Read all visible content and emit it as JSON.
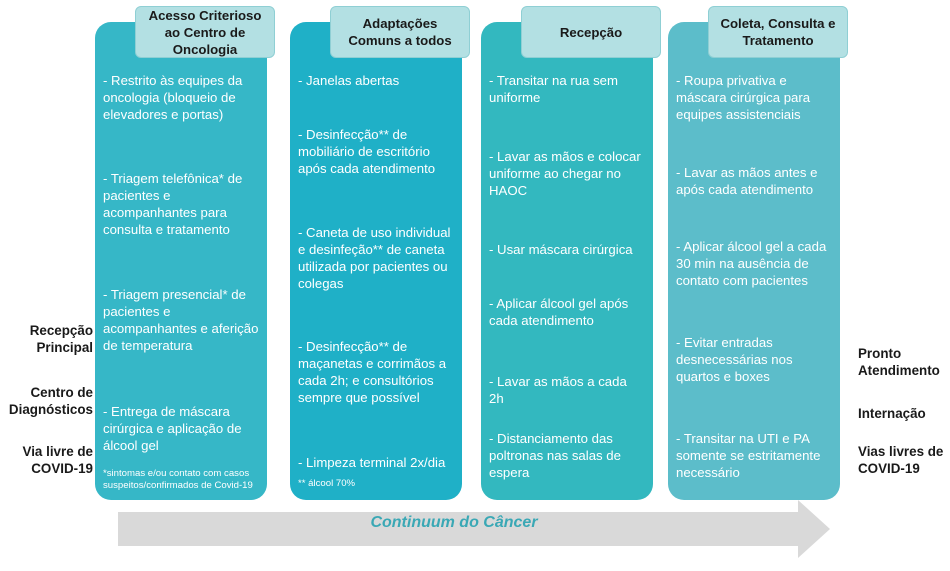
{
  "columns": [
    {
      "header": "Acesso Criterioso ao Centro de Oncologia",
      "color": "#36b7c7",
      "items": [
        "- Restrito às equipes da oncologia (bloqueio de elevadores e portas)",
        "- Triagem telefônica* de pacientes e acompanhantes para consulta e tratamento",
        "- Triagem presencial* de pacientes e acompanhantes e aferição de temperatura",
        "- Entrega de máscara cirúrgica e aplicação de álcool gel"
      ],
      "footnote": "*sintomas e/ou contato com casos suspeitos/confirmados de Covid-19"
    },
    {
      "header": "Adaptações Comuns a todos",
      "color": "#1fb0c7",
      "items": [
        "- Janelas abertas",
        "- Desinfecção** de mobiliário de escritório após cada atendimento",
        "- Caneta de uso individual e desinfeção** de caneta utilizada por pacientes ou colegas",
        "- Desinfecção** de maçanetas e corrimãos a cada 2h; e consultórios sempre que possível",
        "- Limpeza terminal 2x/dia"
      ],
      "footnote": "** álcool 70%"
    },
    {
      "header": "Recepção",
      "color": "#33b8bf",
      "items": [
        "- Transitar na rua sem uniforme",
        "- Lavar as mãos e colocar uniforme ao chegar no HAOC",
        "- Usar máscara cirúrgica",
        "- Aplicar álcool gel após cada atendimento",
        "- Lavar as mãos a cada 2h",
        "- Distanciamento das poltronas nas salas de espera"
      ],
      "footnote": ""
    },
    {
      "header": "Coleta, Consulta e Tratamento",
      "color": "#5cbdca",
      "items": [
        "- Roupa privativa e máscara cirúrgica para equipes assistenciais",
        "- Lavar as mãos antes e após cada atendimento",
        "- Aplicar álcool gel a cada 30 min na ausência de contato com pacientes",
        "- Evitar entradas desnecessárias nos quartos e boxes",
        "- Transitar na UTI e PA somente se estritamente necessário"
      ],
      "footnote": ""
    }
  ],
  "left_labels": [
    "Recepção Principal",
    "Centro de Diagnósticos",
    "Via livre de COVID-19"
  ],
  "right_labels": [
    "Pronto Atendimento",
    "Internação",
    "Vias livres de COVID-19"
  ],
  "arrow": {
    "label": "Continuum do Câncer",
    "fill": "#d9d9d9",
    "label_color": "#3aa8b5"
  }
}
